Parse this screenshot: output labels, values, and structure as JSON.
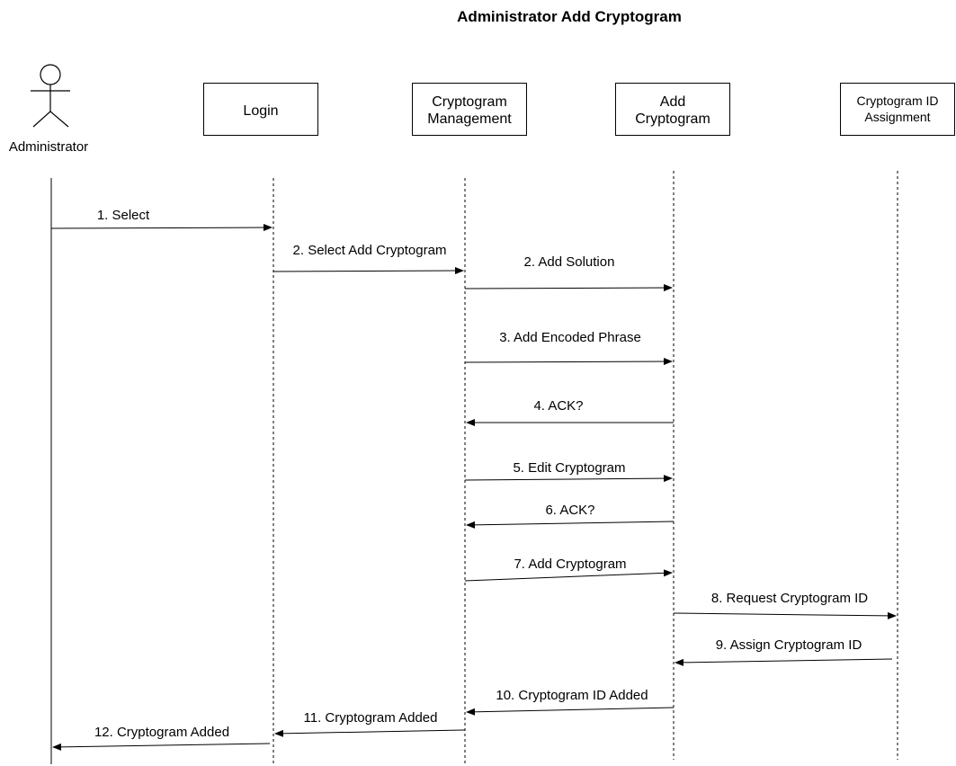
{
  "title": "Administrator Add  Cryptogram",
  "actor": {
    "label": "Administrator"
  },
  "participants": [
    {
      "id": "login",
      "lines": [
        "Login"
      ]
    },
    {
      "id": "cryptogram-management",
      "lines": [
        "Cryptogram",
        "Management"
      ]
    },
    {
      "id": "add-cryptogram",
      "lines": [
        "Add",
        "Cryptogram"
      ]
    },
    {
      "id": "cryptogram-id-assignment",
      "lines": [
        "Cryptogram ID",
        "Assignment"
      ]
    }
  ],
  "messages": [
    {
      "label": "1. Select",
      "from": "administrator",
      "to": "login"
    },
    {
      "label": "2. Select Add Cryptogram",
      "from": "login",
      "to": "cryptogram-management"
    },
    {
      "label": "2. Add Solution",
      "from": "cryptogram-management",
      "to": "add-cryptogram"
    },
    {
      "label": "3. Add Encoded Phrase",
      "from": "cryptogram-management",
      "to": "add-cryptogram"
    },
    {
      "label": "4. ACK?",
      "from": "add-cryptogram",
      "to": "cryptogram-management"
    },
    {
      "label": "5. Edit Cryptogram",
      "from": "cryptogram-management",
      "to": "add-cryptogram"
    },
    {
      "label": "6. ACK?",
      "from": "add-cryptogram",
      "to": "cryptogram-management"
    },
    {
      "label": "7. Add Cryptogram",
      "from": "cryptogram-management",
      "to": "add-cryptogram"
    },
    {
      "label": "8. Request  Cryptogram ID",
      "from": "add-cryptogram",
      "to": "cryptogram-id-assignment"
    },
    {
      "label": "9. Assign Cryptogram ID",
      "from": "cryptogram-id-assignment",
      "to": "add-cryptogram"
    },
    {
      "label": "10. Cryptogram ID Added",
      "from": "add-cryptogram",
      "to": "cryptogram-management"
    },
    {
      "label": "11. Cryptogram Added",
      "from": "cryptogram-management",
      "to": "login"
    },
    {
      "label": "12. Cryptogram Added",
      "from": "login",
      "to": "administrator"
    }
  ]
}
